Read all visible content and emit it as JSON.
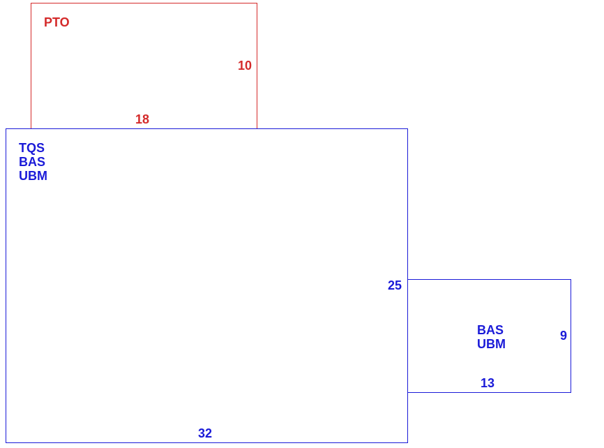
{
  "sketch": {
    "colors": {
      "upper": "#d42a2a",
      "main": "#1a1ad8"
    },
    "upper_area": {
      "codes": [
        "PTO"
      ],
      "width_label": "18",
      "height_label": "10"
    },
    "main_area": {
      "codes": [
        "TQS",
        "BAS",
        "UBM"
      ],
      "width_label": "32",
      "height_label": "25"
    },
    "side_area": {
      "codes": [
        "BAS",
        "UBM"
      ],
      "width_label": "13",
      "height_label": "9"
    }
  }
}
